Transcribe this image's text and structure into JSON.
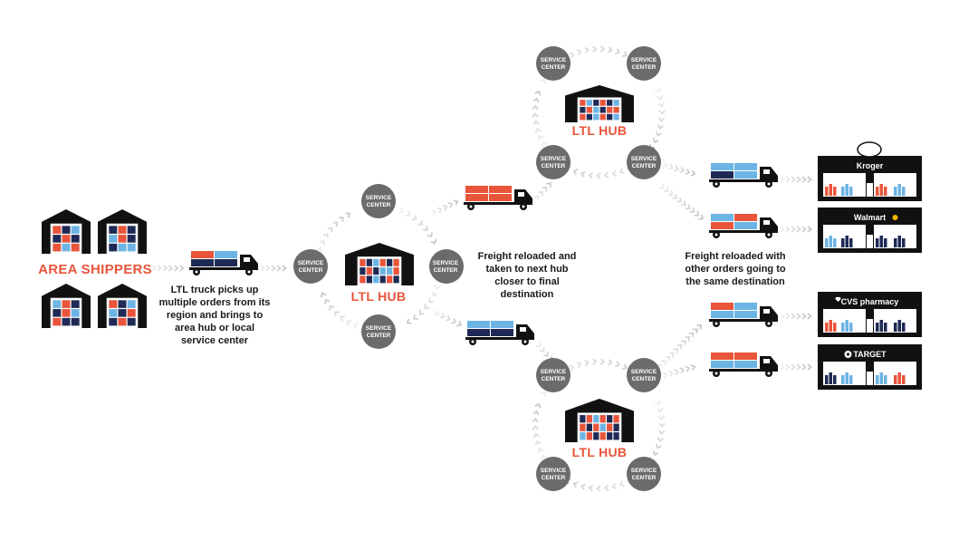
{
  "area_shippers": {
    "title": "AREA SHIPPERS"
  },
  "captions": {
    "pickup": "LTL truck picks up multiple orders from its region and brings to area hub or local service center",
    "reload_next_hub": "Freight reloaded and taken to next hub closer to final destination",
    "reload_destination": "Freight reloaded with other orders going to the same destination"
  },
  "hub_label": "LTL HUB",
  "service_center": {
    "line1": "SERVICE",
    "line2": "CENTER"
  },
  "stores": [
    {
      "name": "Kroger",
      "brand_color": "#1f4fa8"
    },
    {
      "name": "Walmart",
      "brand_color": "#f5b800"
    },
    {
      "name": "CVS pharmacy",
      "brand_color": "#cc0000"
    },
    {
      "name": "TARGET",
      "brand_color": "#cc0000"
    }
  ],
  "colors": {
    "accent": "#e8553a",
    "navy": "#1e2a55",
    "light_blue": "#6cb4e4",
    "gray_circle": "#6b6b6b",
    "arrow_gray": "#c8c8c8",
    "dark": "#111111"
  }
}
